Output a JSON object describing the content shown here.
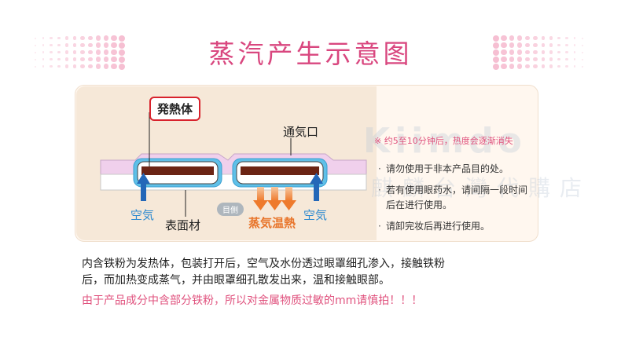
{
  "title": "蒸汽产生示意图",
  "diagram": {
    "heat_element_label": "発熱体",
    "vent_label": "通気口",
    "surface_label": "表面材",
    "air_left_label": "空気",
    "air_right_label": "空気",
    "eye_side_label": "目側",
    "steam_label": "蒸気温熱"
  },
  "notes": {
    "timing_note": "※ 约5至10分钟后，热度会逐渐消失",
    "tips": [
      "请勿使用于非本产品目的处。",
      "若有使用眼药水，请间隔一段时间后在进行使用。",
      "请卸完妆后再进行使用。"
    ]
  },
  "description": "内含铁粉为发热体，包装打开后，空气及水份透过眼罩细孔渗入，接触铁粉后，而加热变成蒸气，并由眼罩细孔散发出来，温和接触眼部。",
  "warning": "由于产品成分中含部分铁粉，所以对金属物质过敏的mm请慎拍！！！",
  "watermark": {
    "latin": "Kiimdo",
    "chinese": "麒麟台灣代購店"
  },
  "colors": {
    "title": "#d9477f",
    "accent_pink": "#e0527e",
    "air_blue": "#2e8ad0",
    "steam_orange": "#e8742a",
    "heat_red": "#d8222c",
    "heat_body": "#6b2414"
  }
}
